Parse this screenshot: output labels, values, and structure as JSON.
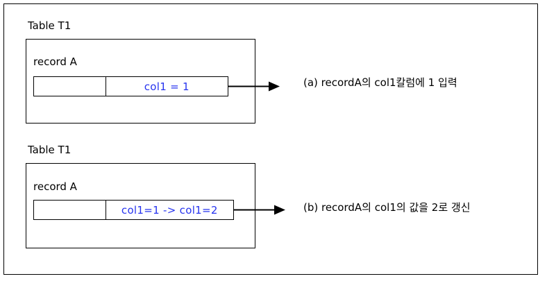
{
  "figure": {
    "background_color": "#ffffff",
    "line_color": "#000000",
    "value_color": "#2633ef"
  },
  "panels": [
    {
      "id": "panel-a",
      "table_title": "Table T1",
      "record_title": "record A",
      "cells": {
        "left_value": "",
        "right_value": "col1 = 1"
      },
      "caption": "(a) recordA의 col1칼럼에 1 입력"
    },
    {
      "id": "panel-b",
      "table_title": "Table T1",
      "record_title": "record A",
      "cells": {
        "left_value": "",
        "right_value": "col1=1  -> col1=2"
      },
      "caption": "(b) recordA의 col1의 값을 2로 갱신"
    }
  ]
}
